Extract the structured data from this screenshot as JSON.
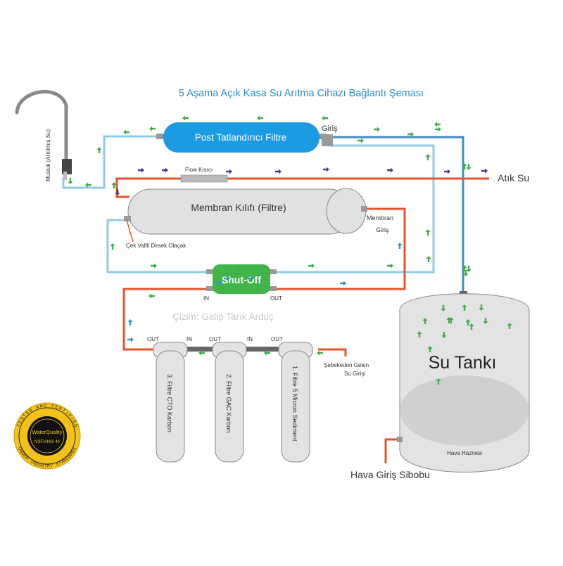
{
  "title": "5 Aşama Açık Kasa Su Arıtma Cihazı Bağlantı Şeması",
  "credit": "Çizim: Galip Tarık Arduç",
  "faucet_label": "Musluk (Arıtılmış Su)",
  "post_filter": "Post Tatlandırıcı Filtre",
  "post_inlet": "Giriş",
  "flow_restrictor": "Flow Kısıcı",
  "waste_water": "Atık Su",
  "membrane_housing": "Membran Kılıfı (Filtre)",
  "membrane_inlet_1": "Membran",
  "membrane_inlet_2": "Giriş",
  "check_valve_note": "Çek Valfli Dirsek Olaçak",
  "shutoff": {
    "label": "Shut-Off",
    "in_left": "IN",
    "out_right": "OUT"
  },
  "filters": [
    {
      "label": "3. Filtre CTO Karbon",
      "top_left": "OUT",
      "top_right": "IN"
    },
    {
      "label": "2. Filtre GAC Karbon",
      "top_left": "OUT",
      "top_right": "IN"
    },
    {
      "label": "1. Filtre 5 Micron Sediment",
      "top_left": "OUT",
      "top_right": ""
    }
  ],
  "mains_inlet_1": "Şebekeden Gelen",
  "mains_inlet_2": "Su Girişi",
  "tank_label": "Su Tankı",
  "air_chamber": "Hava Haznesi",
  "air_valve": "Hava Giriş Sibobu",
  "seal": {
    "top": "TESTED AND CERTIFIED",
    "center": "WaterQuality",
    "sub": "NSF/ANSI 44",
    "bottom": "UNDER INDUSTRY STANDARDS"
  },
  "colors": {
    "title_blue": "#2a8bc8",
    "filter_blue": "#1b9be3",
    "green_box": "#41b54a",
    "pipe_light_blue": "#8fcbe9",
    "pipe_blue": "#3d8fbf",
    "pipe_orange": "#e5542a",
    "housing_gray": "#e1e1e1",
    "seal_gold": "#f2c21b"
  }
}
